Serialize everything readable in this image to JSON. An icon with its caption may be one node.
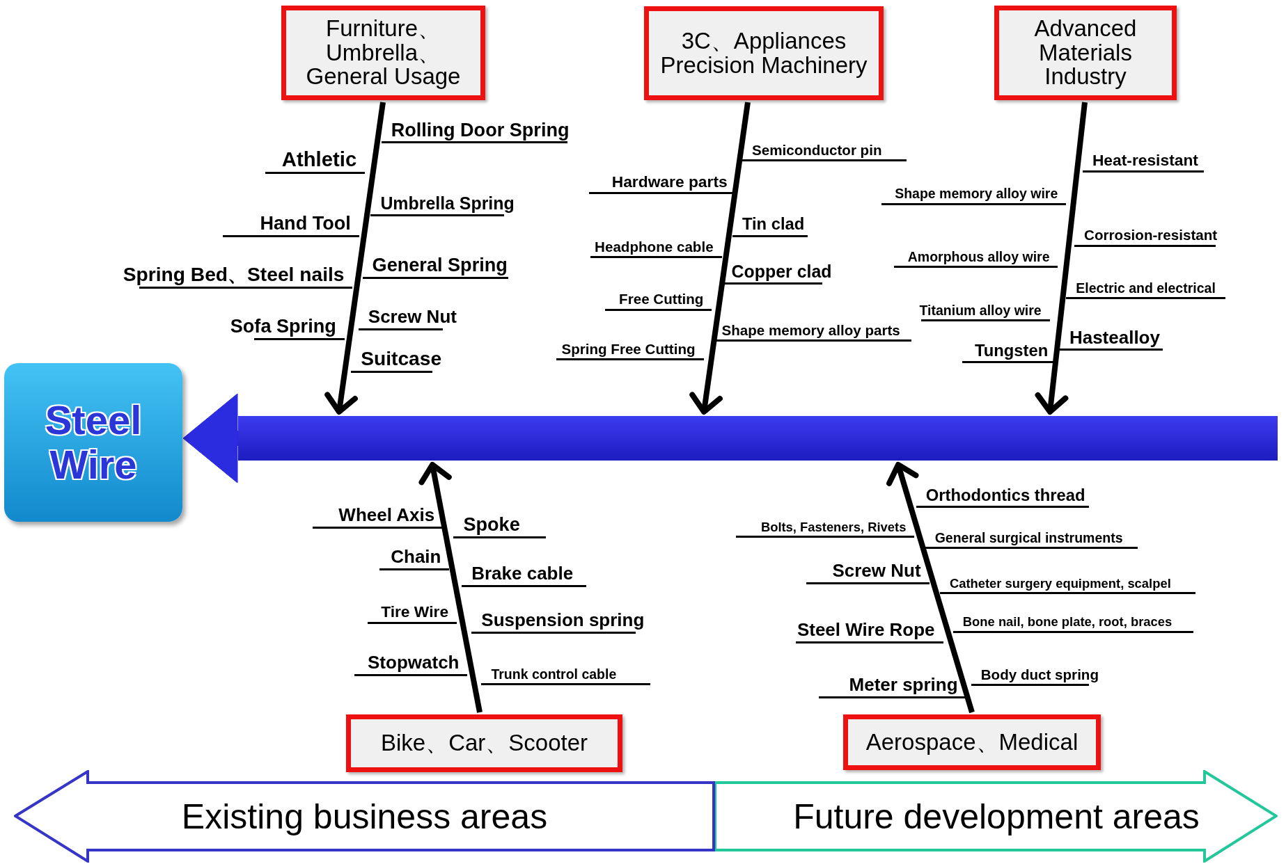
{
  "diagram": {
    "nodes": [
      {
        "text": [
          "Furniture、 Umbrella、 General Usage"
        ]
      },
      {
        "text": [
          "3C、Appliances Precision Machinery"
        ]
      },
      {
        "text": [
          "Advanced Materials Industry"
        ]
      },
      {
        "text": [
          "Steel Wire"
        ]
      },
      {
        "text": [],
        "shape": "bar"
      },
      {
        "text": [
          "Bike、Car、Scooter"
        ]
      },
      {
        "text": [
          "Aerospace、Medical"
        ]
      },
      {
        "text": [
          "Existing business areas"
        ]
      },
      {
        "text": [
          "Future development areas"
        ]
      }
    ],
    "edges": [
      {
        "from": 0,
        "to": 4,
        "arrow": "to"
      },
      {
        "from": 1,
        "to": 4,
        "arrow": "to"
      },
      {
        "from": 2,
        "to": 4,
        "arrow": "to"
      },
      {
        "from": 5,
        "to": 4,
        "arrow": "to"
      },
      {
        "from": 6,
        "to": 4,
        "arrow": "to"
      },
      {
        "from": 4,
        "to": 3,
        "arrow": "to",
        "style": "thick",
        "color": "#2b2be0"
      }
    ],
    "labels": [
      "Rolling Door Spring",
      "Athletic",
      "Umbrella Spring",
      "Hand Tool",
      "General Spring",
      "Spring Bed、Steel nails",
      "Screw Nut",
      "Sofa Spring",
      "Suitcase",
      "Semiconductor  pin",
      "Hardware parts",
      "Tin clad",
      "Headphone cable",
      "Copper clad",
      "Free Cutting",
      "Shape memory alloy parts",
      "Spring Free Cutting",
      "Heat-resistant",
      "Shape memory alloy wire",
      "Corrosion-resistant",
      "Amorphous alloy wire",
      "Electric and electrical",
      "Titanium alloy wire",
      "Hastealloy",
      "Tungsten",
      "Wheel Axis",
      "Spoke",
      "Chain",
      "Brake cable",
      "Tire Wire",
      "Suspension spring",
      "Stopwatch",
      "Trunk control cable",
      "Orthodontics thread",
      "Bolts, Fasteners, Rivets",
      "General surgical instruments",
      "Screw Nut",
      "Catheter surgery equipment, scalpel",
      "Steel Wire Rope",
      "Bone nail, bone plate, root, braces",
      "Meter spring",
      "Body duct spring"
    ]
  }
}
